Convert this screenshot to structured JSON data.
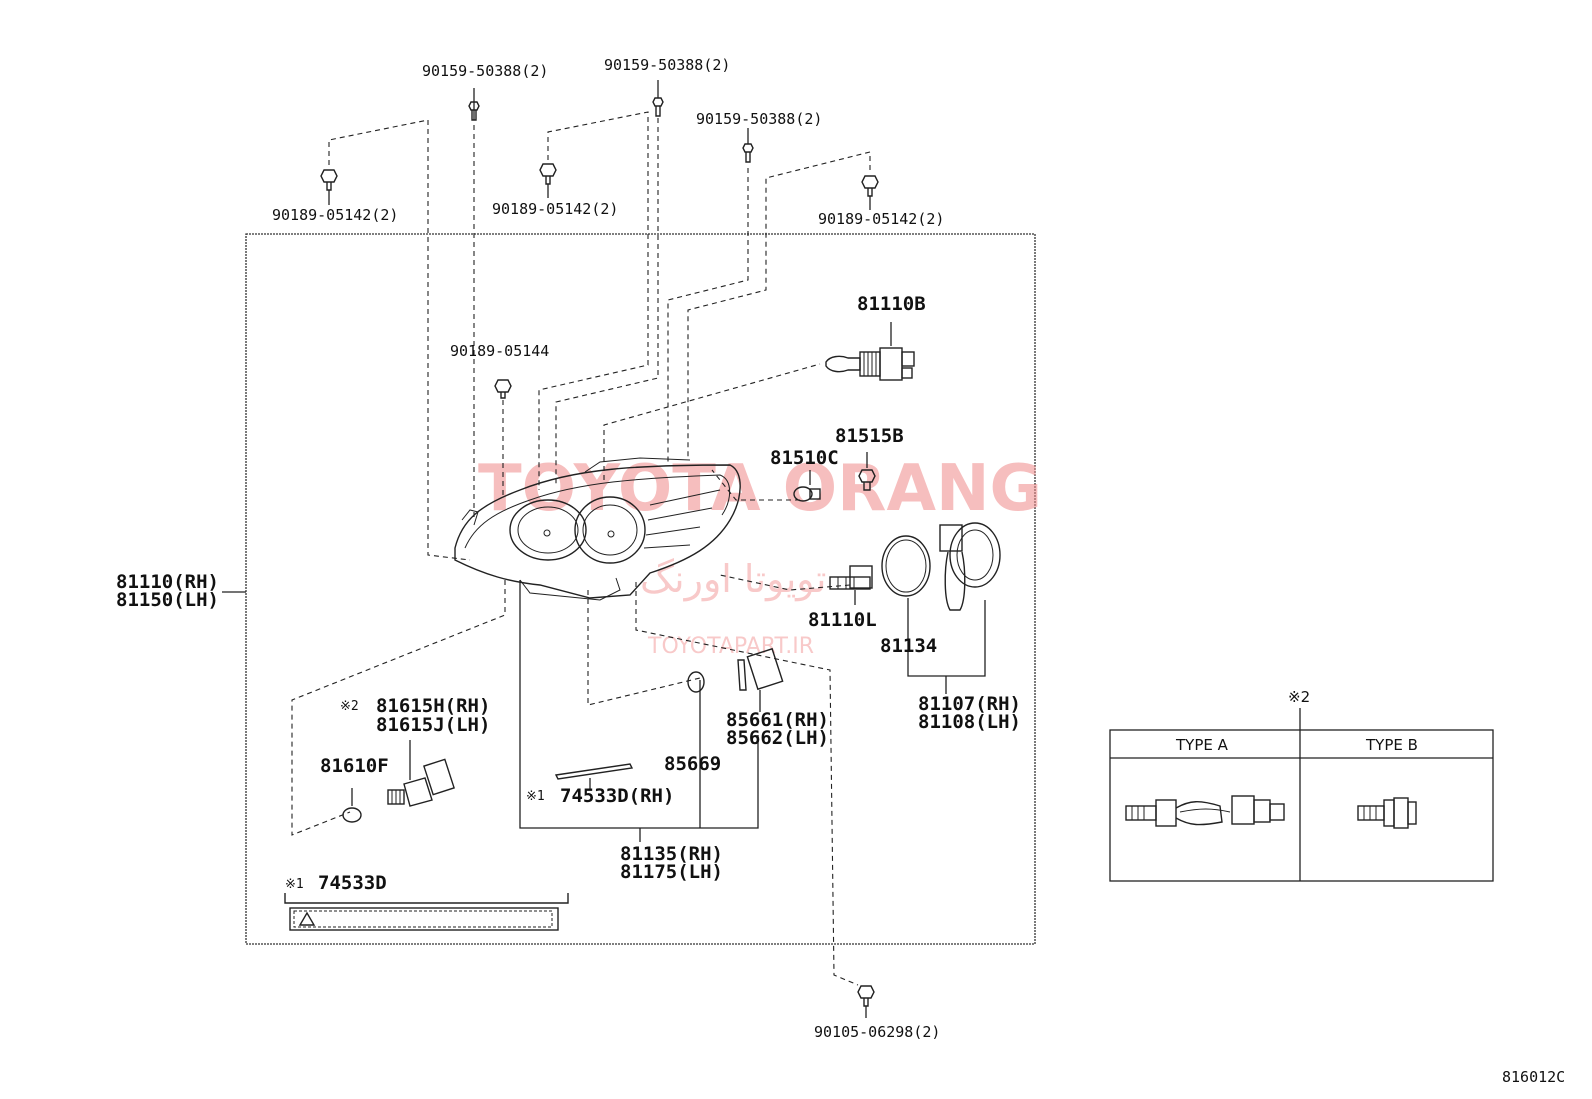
{
  "labels": {
    "p_50388_a": "90159-50388(2)",
    "p_50388_b": "90159-50388(2)",
    "p_50388_c": "90159-50388(2)",
    "p_05142_a": "90189-05142(2)",
    "p_05142_b": "90189-05142(2)",
    "p_05142_c": "90189-05142(2)",
    "p_05144": "90189-05144",
    "p_81110b": "81110B",
    "p_81515b": "81515B",
    "p_81510c": "81510C",
    "p_81110l": "81110L",
    "p_81134": "81134",
    "p_81107": "81107(RH)",
    "p_81108": "81108(LH)",
    "p_81110rh": "81110(RH)",
    "p_81150lh": "81150(LH)",
    "p_81615h_mark": "※2",
    "p_81615h": "81615H(RH)",
    "p_81615j": "81615J(LH)",
    "p_81610f": "81610F",
    "p_85661": "85661(RH)",
    "p_85662": "85662(LH)",
    "p_85669": "85669",
    "p_74533d_mark": "※1",
    "p_74533d_rh": "74533D(RH)",
    "p_81135": "81135(RH)",
    "p_81175": "81175(LH)",
    "p_74533d_box_mark": "※1",
    "p_74533d_box": "74533D",
    "p_90105": "90105-06298(2)",
    "footer_code": "816012C"
  },
  "type_table": {
    "marker": "※2",
    "type_a": "TYPE A",
    "type_b": "TYPE B"
  },
  "watermark": {
    "main": "TOYOTA ORANG",
    "persian": "تويوتا اورنگ",
    "site": "TOYOTAPART.IR"
  }
}
